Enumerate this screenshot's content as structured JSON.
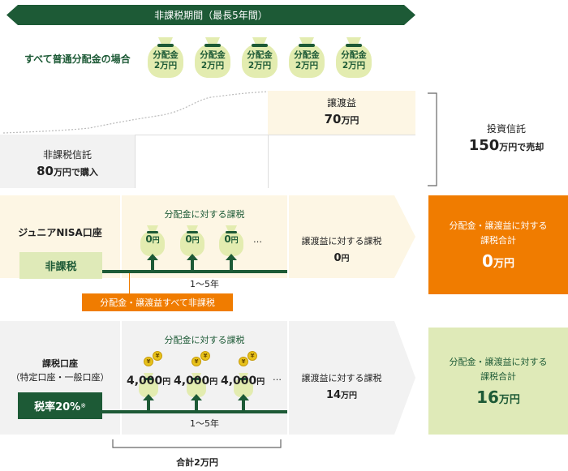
{
  "period_label": "非課税期間（最長5年間）",
  "all_dividend_label": "すべて普通分配金の場合",
  "dividend_bags": [
    {
      "line1": "分配金",
      "line2": "2万円"
    },
    {
      "line1": "分配金",
      "line2": "2万円"
    },
    {
      "line1": "分配金",
      "line2": "2万円"
    },
    {
      "line1": "分配金",
      "line2": "2万円"
    },
    {
      "line1": "分配金",
      "line2": "2万円"
    }
  ],
  "gain_box": {
    "title": "譲渡益",
    "amount": "70",
    "unit": "万円"
  },
  "trust_box": {
    "title": "非課税信託",
    "amount": "80",
    "unit": "万円で購入"
  },
  "sell_box": {
    "title": "投資信託",
    "amount": "150",
    "unit": "万円で売却"
  },
  "junior": {
    "account_label": "ジュニアNISA口座",
    "badge": "非課税",
    "dividend_tax_title": "分配金に対する課税",
    "dividend_values": [
      {
        "num": "0",
        "unit": "円"
      },
      {
        "num": "0",
        "unit": "円"
      },
      {
        "num": "0",
        "unit": "円"
      }
    ],
    "ellipsis": "…",
    "period": "1～5年",
    "callout": "分配金・譲渡益すべて非課税",
    "gain_tax_title": "譲渡益に対する課税",
    "gain_tax_num": "0",
    "gain_tax_unit": "円",
    "total_title_1": "分配金・譲渡益に対する",
    "total_title_2": "課税合計",
    "total_num": "0",
    "total_unit": "万円"
  },
  "taxable": {
    "account_label_1": "課税口座",
    "account_label_2": "（特定口座・一般口座）",
    "badge": "税率20%",
    "badge_note": "※",
    "dividend_tax_title": "分配金に対する課税",
    "dividend_values": [
      {
        "num": "4,000",
        "unit": "円"
      },
      {
        "num": "4,000",
        "unit": "円"
      },
      {
        "num": "4,000",
        "unit": "円"
      }
    ],
    "coin_symbol": "¥",
    "ellipsis": "…",
    "period": "1～5年",
    "gain_tax_title": "譲渡益に対する課税",
    "gain_tax_num": "14",
    "gain_tax_unit": "万円",
    "total_title_1": "分配金・譲渡益に対する",
    "total_title_2": "課税合計",
    "total_num": "16",
    "total_unit": "万円",
    "sum_label": "合計2万円"
  },
  "colors": {
    "dark_green": "#1d5a36",
    "orange": "#f07c00",
    "light_green": "#dfeab8",
    "cream": "#fdf6e4",
    "gray": "#f2f2f2"
  }
}
